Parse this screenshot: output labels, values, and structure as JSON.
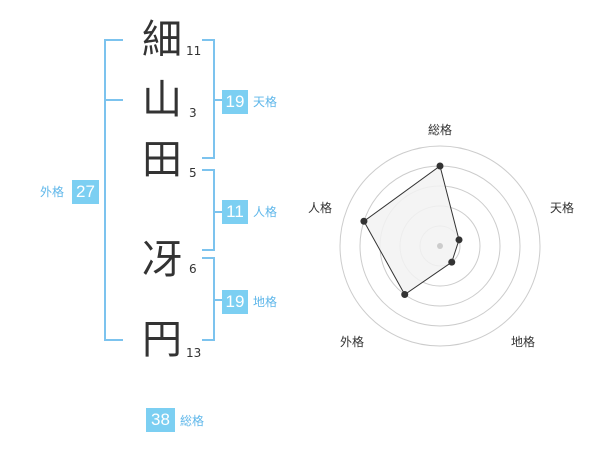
{
  "name_chars": [
    {
      "char": "細",
      "strokes": "11"
    },
    {
      "char": "山",
      "strokes": "3"
    },
    {
      "char": "田",
      "strokes": "5"
    },
    {
      "char": "冴",
      "strokes": "6"
    },
    {
      "char": "円",
      "strokes": "13"
    }
  ],
  "kaku": {
    "tenkaku": {
      "label": "天格",
      "value": "19"
    },
    "jinkaku": {
      "label": "人格",
      "value": "11"
    },
    "chikaku": {
      "label": "地格",
      "value": "19"
    },
    "gaikaku": {
      "label": "外格",
      "value": "27"
    },
    "soukaku": {
      "label": "総格",
      "value": "38"
    }
  },
  "radar": {
    "labels": {
      "top": "総格",
      "right": "天格",
      "lower_right": "地格",
      "lower_left": "外格",
      "left": "人格"
    },
    "values": {
      "soukaku": 0.8,
      "tenkaku": 0.2,
      "chikaku": 0.2,
      "gaikaku": 0.6,
      "jinkaku": 0.8
    },
    "colors": {
      "ring": "#cccccc",
      "fill": "#f2f2f2",
      "line": "#333333",
      "dot": "#333333",
      "center": "#cccccc"
    }
  },
  "colors": {
    "accent": "#7ccff2",
    "bracket": "#7cc3ee"
  }
}
